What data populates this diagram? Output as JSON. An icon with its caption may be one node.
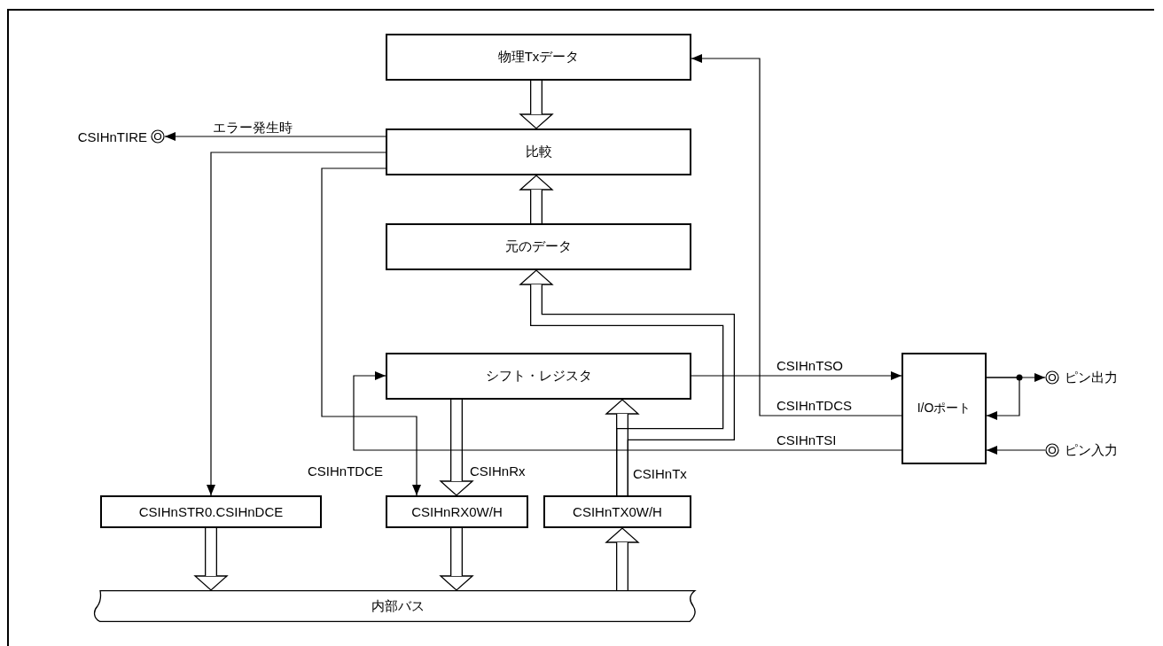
{
  "diagram": {
    "nodes": [
      {
        "text": [
          "物理Txデータ"
        ]
      },
      {
        "text": [
          "比較"
        ]
      },
      {
        "text": [
          "元のデータ"
        ]
      },
      {
        "text": [
          "シフト・レジスタ"
        ]
      },
      {
        "text": [
          "I/Oポート"
        ]
      },
      {
        "text": [
          "CSIHnSTR0.CSIHnDCE"
        ]
      },
      {
        "text": [
          "CSIHnRX0W/H"
        ]
      },
      {
        "text": [
          "CSIHnTX0W/H"
        ]
      },
      {
        "text": [
          "内部バス"
        ]
      },
      {
        "text": [
          "CSIHnTIRE"
        ]
      },
      {
        "text": [
          "ピン出力"
        ]
      },
      {
        "text": [
          "ピン入力"
        ]
      }
    ],
    "edges": [
      {
        "from": 0,
        "to": 1,
        "arrow": "to",
        "style": "thick"
      },
      {
        "from": 2,
        "to": 1,
        "arrow": "to",
        "style": "thick"
      },
      {
        "from": 7,
        "to": 2,
        "arrow": "to",
        "style": "thick"
      },
      {
        "from": 7,
        "to": 3,
        "arrow": "to",
        "style": "thick",
        "label": "CSIHnTx"
      },
      {
        "from": 3,
        "to": 6,
        "arrow": "to",
        "style": "thick",
        "label": "CSIHnRx"
      },
      {
        "from": 5,
        "to": 8,
        "arrow": "to",
        "style": "thick"
      },
      {
        "from": 6,
        "to": 8,
        "arrow": "to",
        "style": "thick"
      },
      {
        "from": 8,
        "to": 7,
        "arrow": "to",
        "style": "thick"
      },
      {
        "from": 1,
        "to": 9,
        "arrow": "to",
        "label": "エラー発生時"
      },
      {
        "from": 1,
        "to": 5,
        "arrow": "to"
      },
      {
        "from": 1,
        "to": 6,
        "arrow": "to",
        "label": "CSIHnTDCE"
      },
      {
        "from": 3,
        "to": 4,
        "arrow": "to",
        "label": "CSIHnTSO"
      },
      {
        "from": 4,
        "to": 0,
        "arrow": "to",
        "label": "CSIHnTDCS"
      },
      {
        "from": 4,
        "to": 3,
        "arrow": "to",
        "label": "CSIHnTSI"
      },
      {
        "from": 4,
        "to": 10,
        "arrow": "to"
      },
      {
        "from": 4,
        "to": 4,
        "arrow": "to"
      },
      {
        "from": 11,
        "to": 4,
        "arrow": "to"
      }
    ]
  }
}
